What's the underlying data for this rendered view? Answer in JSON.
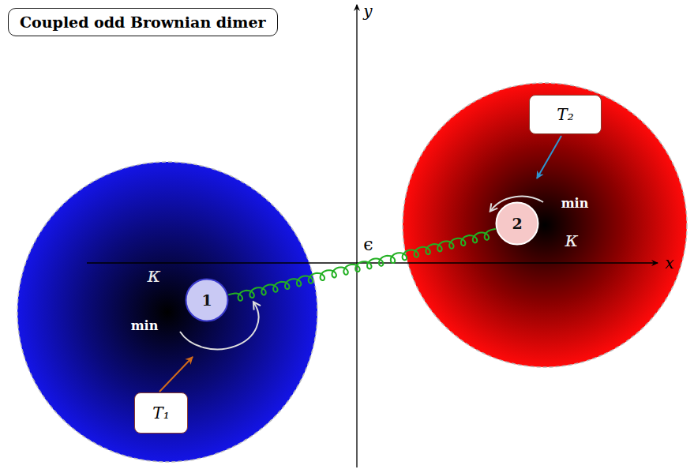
{
  "diagram": {
    "title": "Coupled odd Brownian dimer",
    "nodes": [
      {
        "text": [
          "T₂"
        ]
      },
      {
        "text": [
          "2"
        ]
      },
      {
        "text": [
          "1"
        ]
      },
      {
        "text": [
          "T₁"
        ]
      }
    ],
    "edges": [
      {
        "from": 2,
        "to": 1,
        "arrow": "none",
        "label": "ϵ"
      }
    ],
    "labels": [
      "y",
      "x",
      "κ",
      "κ",
      "min",
      "min"
    ]
  }
}
